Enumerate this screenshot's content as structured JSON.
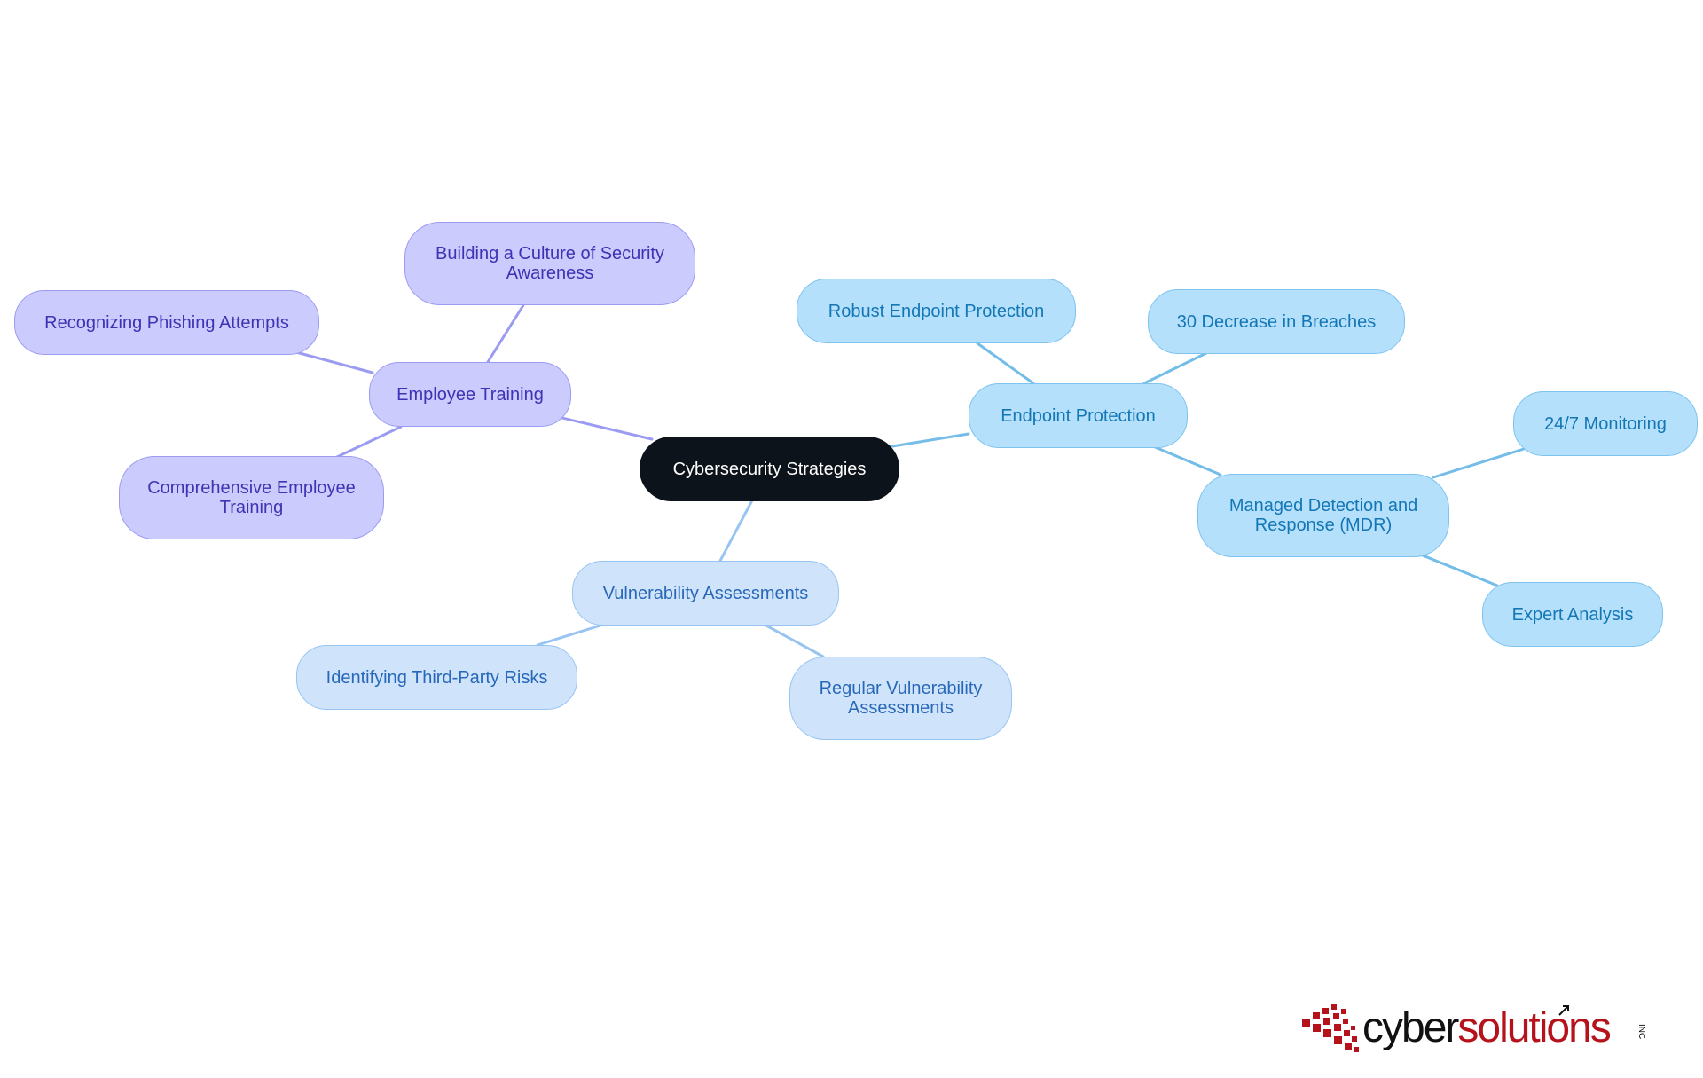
{
  "diagram": {
    "root": {
      "label": "Cybersecurity Strategies"
    },
    "branches": {
      "employee_training": {
        "label": "Employee Training",
        "children": [
          "Building a Culture of Security Awareness",
          "Recognizing Phishing Attempts",
          "Comprehensive Employee Training"
        ]
      },
      "endpoint_protection": {
        "label": "Endpoint Protection",
        "children": [
          "Robust Endpoint Protection",
          "30 Decrease in Breaches",
          "Managed Detection and Response (MDR)"
        ]
      },
      "mdr": {
        "children": [
          "24/7 Monitoring",
          "Expert Analysis"
        ]
      },
      "vulnerability": {
        "label": "Vulnerability Assessments",
        "children": [
          "Identifying Third-Party Risks",
          "Regular Vulnerability Assessments"
        ]
      }
    },
    "colors": {
      "root": "#0d131a",
      "employee_training": "#cbcbfd",
      "endpoint_protection": "#b5e0fc",
      "vulnerability": "#cfe3fb",
      "employee_edges": "#9b9bf2",
      "endpoint_edges": "#73bde8",
      "vulnerability_edges": "#98c4f2"
    }
  },
  "logo": {
    "text_cyber": "cyber",
    "text_solutions": "solutions",
    "text_inc": "INC",
    "colors": {
      "cyber": "#111111",
      "solutions": "#b5121b"
    }
  }
}
